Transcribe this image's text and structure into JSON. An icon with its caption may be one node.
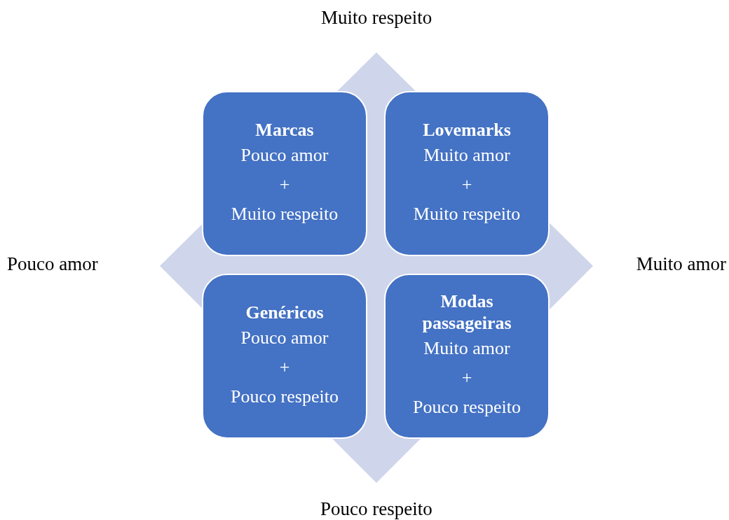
{
  "diagram": {
    "nodes": [
      {
        "text": [
          "Marcas",
          "Pouco amor",
          "+",
          "Muito respeito"
        ]
      },
      {
        "text": [
          "Lovemarks",
          "Muito amor",
          "+",
          "Muito respeito"
        ]
      },
      {
        "text": [
          "Genéricos",
          "Pouco amor",
          "+",
          "Pouco respeito"
        ]
      },
      {
        "text": [
          "Modas passageiras",
          "Muito amor",
          "+",
          "Pouco respeito"
        ]
      }
    ],
    "edges": [],
    "labels": [
      "Muito respeito",
      "Pouco amor",
      "Muito amor",
      "Pouco respeito"
    ]
  }
}
